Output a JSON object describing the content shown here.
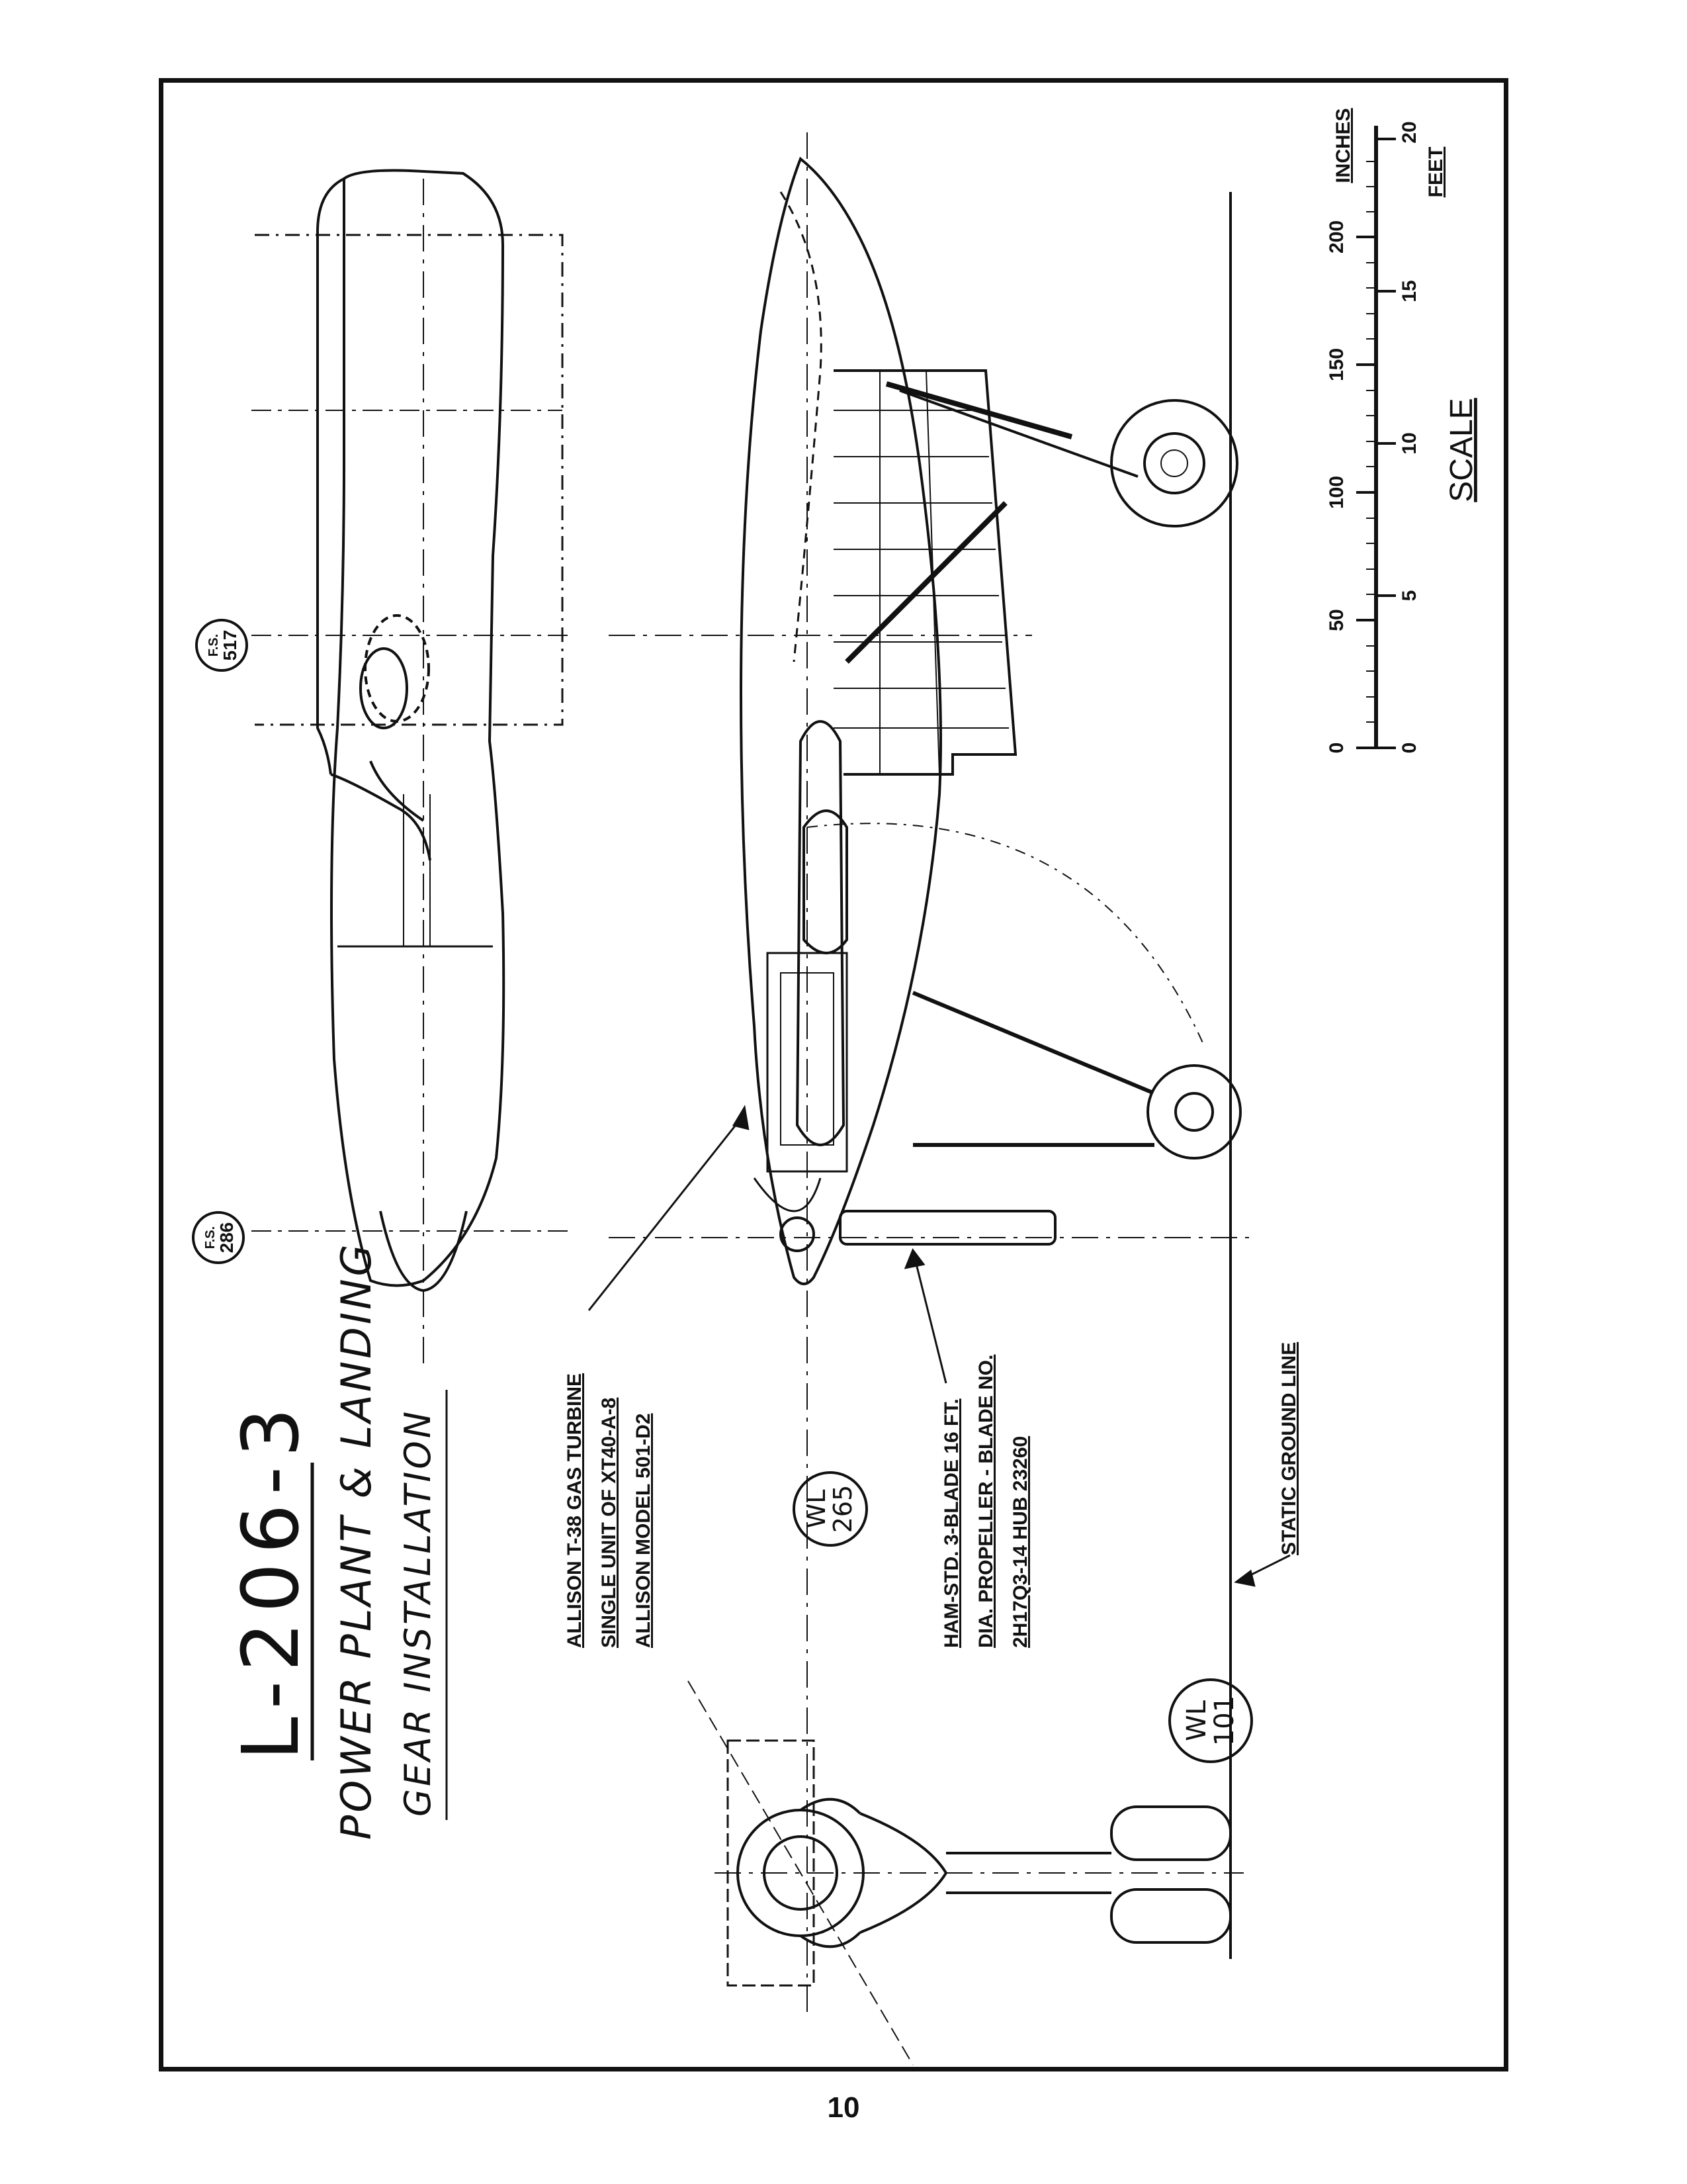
{
  "title": {
    "model": "L-206-3",
    "subtitle_line1": "POWER PLANT & LANDING",
    "subtitle_line2": "GEAR INSTALLATION"
  },
  "station_markers": {
    "fs_517": {
      "prefix": "F.S.",
      "value": "517"
    },
    "fs_286": {
      "prefix": "F.S.",
      "value": "286"
    },
    "wl_265": {
      "prefix": "WL",
      "value": "265"
    },
    "wl_101": {
      "prefix": "WL",
      "value": "101"
    }
  },
  "notes": {
    "engine": [
      "ALLISON T-38 GAS TURBINE",
      "SINGLE UNIT OF XT40-A-8",
      "ALLISON MODEL 501-D2"
    ],
    "propeller": [
      "HAM-STD. 3-BLADE 16 FT.",
      "DIA. PROPELLER - BLADE NO.",
      "2H17Q3-14  HUB 23260"
    ],
    "ground_line": "STATIC GROUND LINE"
  },
  "scale": {
    "label": "SCALE",
    "inches_label": "INCHES",
    "feet_label": "FEET",
    "inches_ticks": [
      "0",
      "50",
      "100",
      "150",
      "200"
    ],
    "feet_ticks": [
      "0",
      "5",
      "10",
      "15",
      "20"
    ]
  },
  "page_number": "10"
}
